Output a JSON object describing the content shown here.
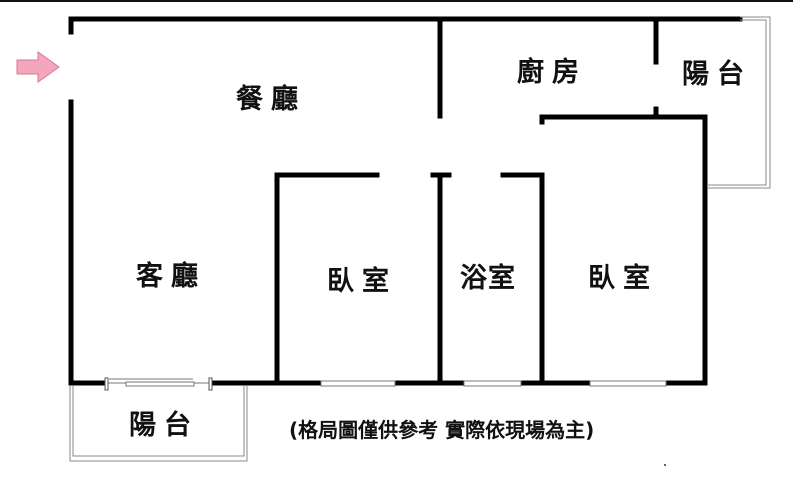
{
  "floor_plan": {
    "rooms": [
      {
        "id": "dining",
        "label": "餐廳"
      },
      {
        "id": "kitchen",
        "label": "廚房"
      },
      {
        "id": "balcony_ne",
        "label": "陽台"
      },
      {
        "id": "living",
        "label": "客廳"
      },
      {
        "id": "bedroom_1",
        "label": "臥室"
      },
      {
        "id": "bathroom",
        "label": "浴室"
      },
      {
        "id": "bedroom_2",
        "label": "臥室"
      },
      {
        "id": "balcony_sw",
        "label": "陽台"
      }
    ],
    "entrance_arrow": {
      "icon": "entrance-arrow-icon",
      "color": "#f4a6bc",
      "stroke": "#d27a95"
    },
    "disclaimer": "(格局圖僅供參考 實際依現場為主)",
    "colors": {
      "wall": "#000000",
      "thin_line": "#7a7a7a",
      "background": "#ffffff"
    }
  }
}
